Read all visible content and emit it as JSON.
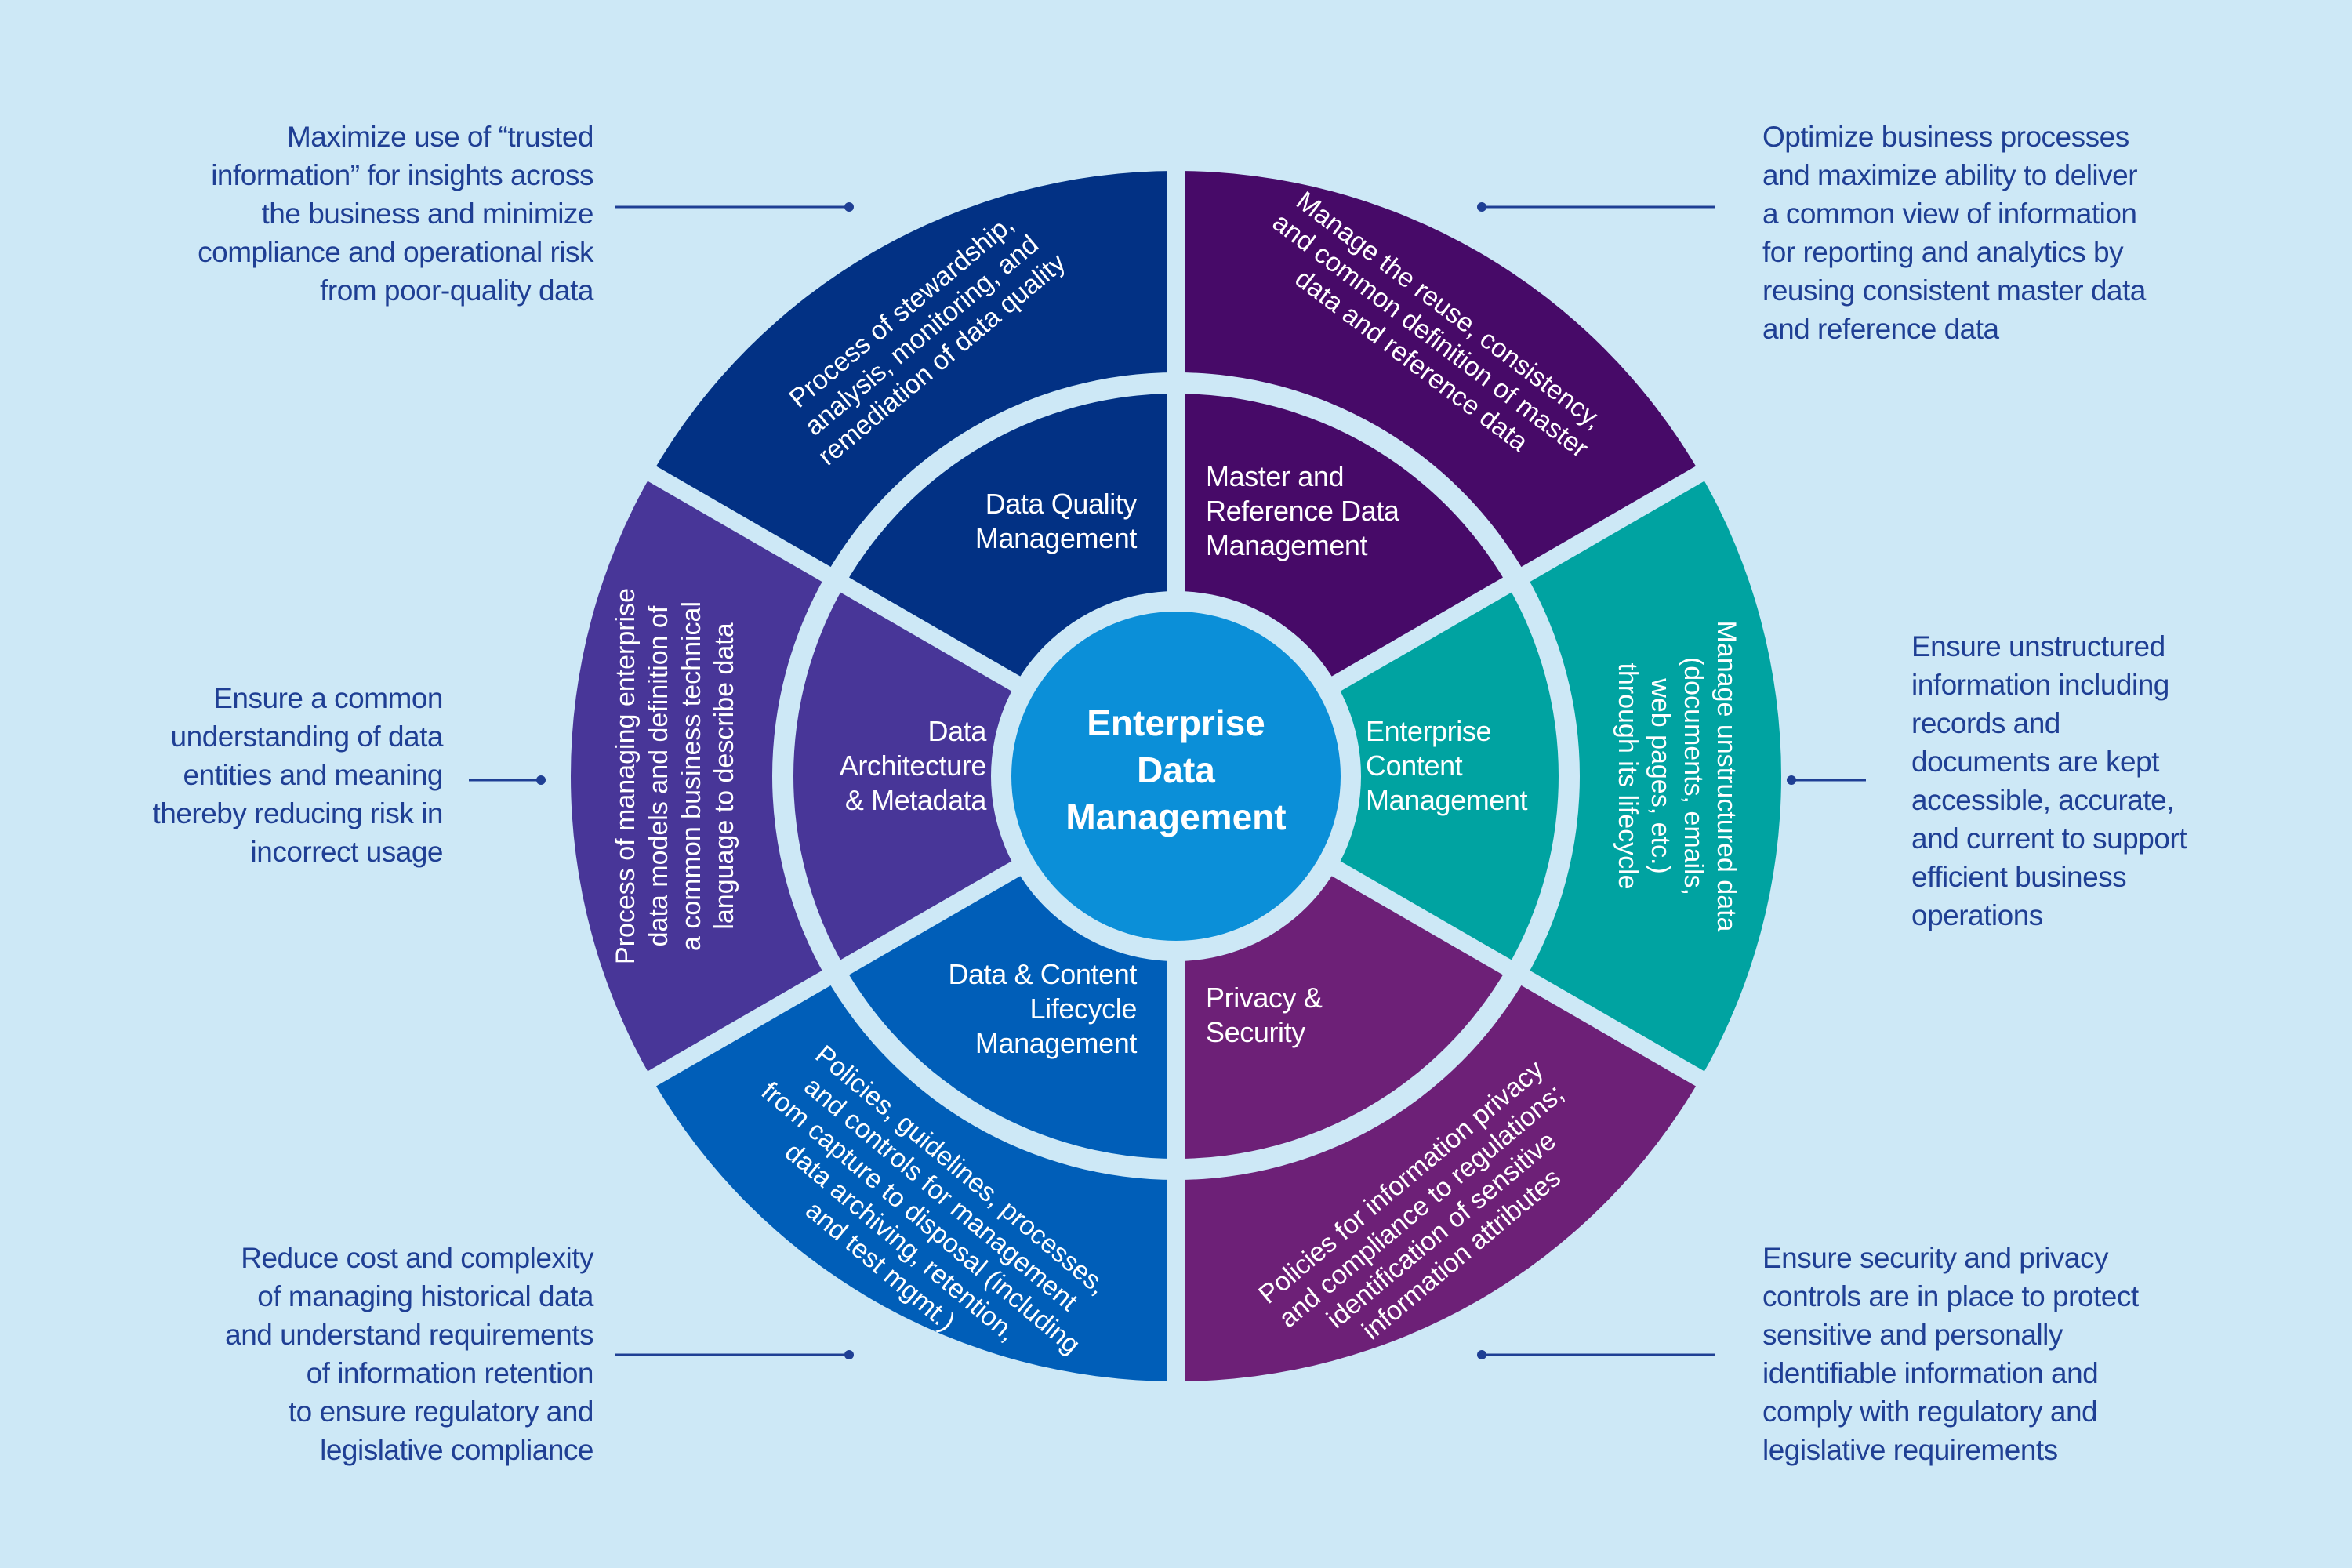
{
  "diagram": {
    "type": "wheel",
    "center": {
      "title_lines": [
        "Enterprise",
        "Data",
        "Management"
      ],
      "color": "#0b8fd8"
    },
    "background_color": "#cde8f6",
    "separator_color": "#cde8f6",
    "callout_color": "#1f3f94",
    "segments": [
      {
        "id": "data-quality",
        "label_lines": [
          "Data Quality",
          "Management"
        ],
        "description_lines": [
          "Process of stewardship,",
          "analysis, monitoring, and",
          "remediation of data quality"
        ],
        "color": "#023184",
        "callout_lines": [
          "Maximize use of “trusted",
          "information” for insights across",
          "the business and minimize",
          "compliance and operational risk",
          "from poor-quality data"
        ]
      },
      {
        "id": "master-reference",
        "label_lines": [
          "Master and",
          "Reference Data",
          "Management"
        ],
        "description_lines": [
          "Manage the reuse, consistency,",
          "and common definition of master",
          "data and reference data"
        ],
        "color": "#470a68",
        "callout_lines": [
          "Optimize business processes",
          "and maximize ability to deliver",
          "a common view of information",
          "for reporting and analytics by",
          "reusing consistent master data",
          "and reference data"
        ]
      },
      {
        "id": "enterprise-content",
        "label_lines": [
          "Enterprise",
          "Content",
          "Management"
        ],
        "description_lines": [
          "Manage unstructured data",
          "(documents, emails,",
          "web pages, etc.)",
          "through its lifecycle"
        ],
        "color": "#00a3a1",
        "callout_lines": [
          "Ensure unstructured",
          "information including",
          "records and",
          "documents are kept",
          "accessible, accurate,",
          "and current to support",
          "efficient business",
          "operations"
        ]
      },
      {
        "id": "privacy-security",
        "label_lines": [
          "Privacy &",
          "Security"
        ],
        "description_lines": [
          "Policies for information privacy",
          "and compliance to regulations;",
          "identification of sensitive",
          "information attributes"
        ],
        "color": "#6d2077",
        "callout_lines": [
          "Ensure security and privacy",
          "controls are in place to protect",
          "sensitive and personally",
          "identifiable information and",
          "comply with regulatory and",
          "legislative requirements"
        ]
      },
      {
        "id": "lifecycle",
        "label_lines": [
          "Data & Content",
          "Lifecycle",
          "Management"
        ],
        "description_lines": [
          "Policies, guidelines, processes,",
          "and controls for management",
          "from capture to disposal (including",
          "data archiving, retention,",
          "and test mgmt.)"
        ],
        "color": "#005eb8",
        "callout_lines": [
          "Reduce cost and complexity",
          "of managing historical data",
          "and understand requirements",
          "of information retention",
          "to ensure regulatory and",
          "legislative compliance"
        ]
      },
      {
        "id": "architecture-metadata",
        "label_lines": [
          "Data",
          "Architecture",
          "& Metadata"
        ],
        "description_lines": [
          "Process of managing enterprise",
          "data models and definition of",
          "a common business technical",
          "language to describe data"
        ],
        "color": "#483698",
        "callout_lines": [
          "Ensure a common",
          "understanding of data",
          "entities and meaning",
          "thereby reducing risk in",
          "incorrect usage"
        ]
      }
    ]
  }
}
